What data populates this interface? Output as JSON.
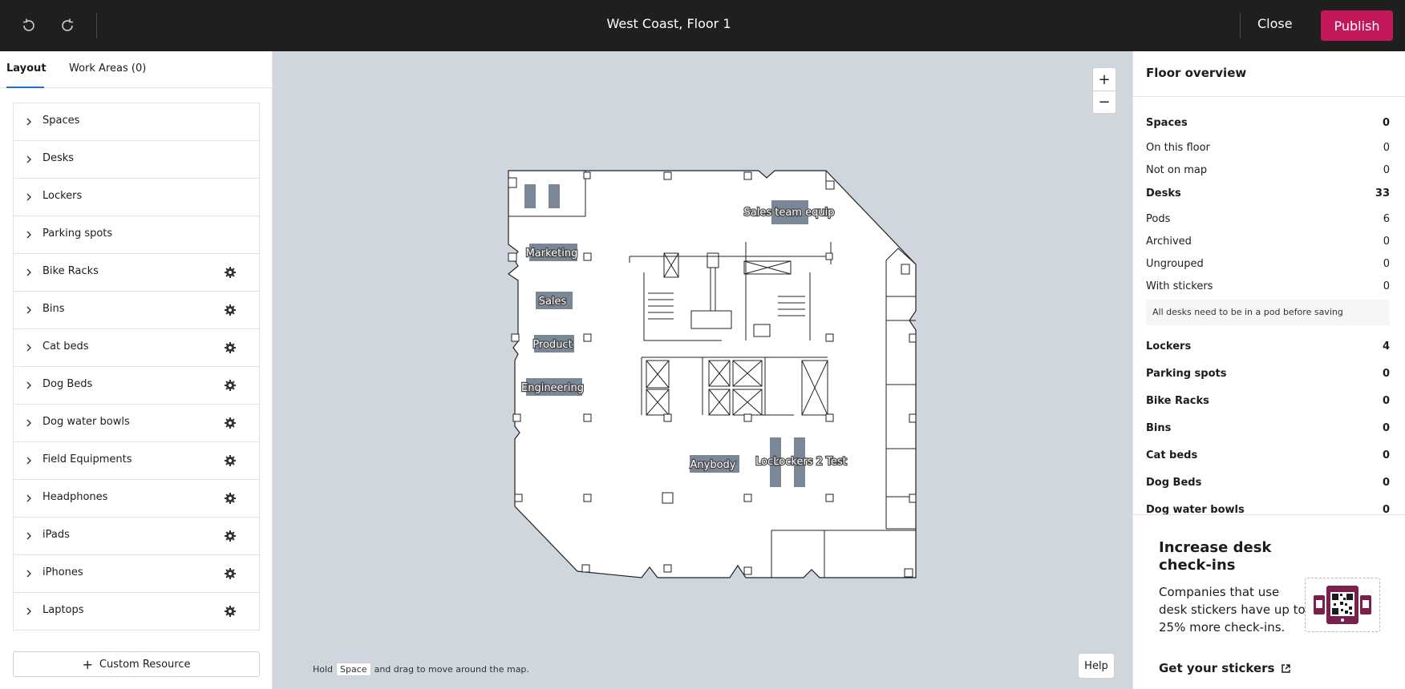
{
  "topbar": {
    "title": "West Coast, Floor 1",
    "close_label": "Close",
    "publish_label": "Publish"
  },
  "left_panel": {
    "tabs": [
      {
        "label": "Layout",
        "active": true
      },
      {
        "label": "Work Areas (0)",
        "active": false
      }
    ],
    "items": [
      {
        "label": "Spaces",
        "has_settings": false
      },
      {
        "label": "Desks",
        "has_settings": false
      },
      {
        "label": "Lockers",
        "has_settings": false
      },
      {
        "label": "Parking spots",
        "has_settings": false
      },
      {
        "label": "Bike Racks",
        "has_settings": true
      },
      {
        "label": "Bins",
        "has_settings": true
      },
      {
        "label": "Cat beds",
        "has_settings": true
      },
      {
        "label": "Dog Beds",
        "has_settings": true
      },
      {
        "label": "Dog water bowls",
        "has_settings": true
      },
      {
        "label": "Field Equipments",
        "has_settings": true
      },
      {
        "label": "Headphones",
        "has_settings": true
      },
      {
        "label": "iPads",
        "has_settings": true
      },
      {
        "label": "iPhones",
        "has_settings": true
      },
      {
        "label": "Laptops",
        "has_settings": true
      }
    ],
    "custom_resource_label": "Custom Resource"
  },
  "map": {
    "zoom_in_label": "+",
    "zoom_out_label": "−",
    "hint_prefix": "Hold",
    "hint_key": "Space",
    "hint_suffix": "and drag to move around the map.",
    "help_label": "Help",
    "labels": {
      "sales_team_equip": "Sales team equip",
      "marketing": "Marketing",
      "sales": "Sales",
      "product": "Product",
      "engineering": "Engineering",
      "anybody": "Anybody",
      "lockers_2_test": "Lockers 2 Test",
      "lockers_overlap": "Lock"
    },
    "accent_color": "#6b7c8f"
  },
  "right_panel": {
    "heading": "Floor overview",
    "stats": [
      {
        "label": "Spaces",
        "value": "0",
        "bold": true
      },
      {
        "label": "On this floor",
        "value": "0",
        "bold": false
      },
      {
        "label": "Not on map",
        "value": "0",
        "bold": false
      },
      {
        "label": "Desks",
        "value": "33",
        "bold": true
      },
      {
        "label": "Pods",
        "value": "6",
        "bold": false
      },
      {
        "label": "Archived",
        "value": "0",
        "bold": false
      },
      {
        "label": "Ungrouped",
        "value": "0",
        "bold": false
      },
      {
        "label": "With stickers",
        "value": "0",
        "bold": false
      }
    ],
    "note": "All desks need to be in a pod before saving",
    "stats_after": [
      {
        "label": "Lockers",
        "value": "4"
      },
      {
        "label": "Parking spots",
        "value": "0"
      },
      {
        "label": "Bike Racks",
        "value": "0"
      },
      {
        "label": "Bins",
        "value": "0"
      },
      {
        "label": "Cat beds",
        "value": "0"
      },
      {
        "label": "Dog Beds",
        "value": "0"
      },
      {
        "label": "Dog water bowls",
        "value": "0"
      }
    ],
    "promo": {
      "heading": "Increase desk check-ins",
      "text": "Companies that use desk stickers have up to 25% more check-ins.",
      "link": "Get your stickers",
      "brand_color": "#7a1f4e"
    }
  }
}
